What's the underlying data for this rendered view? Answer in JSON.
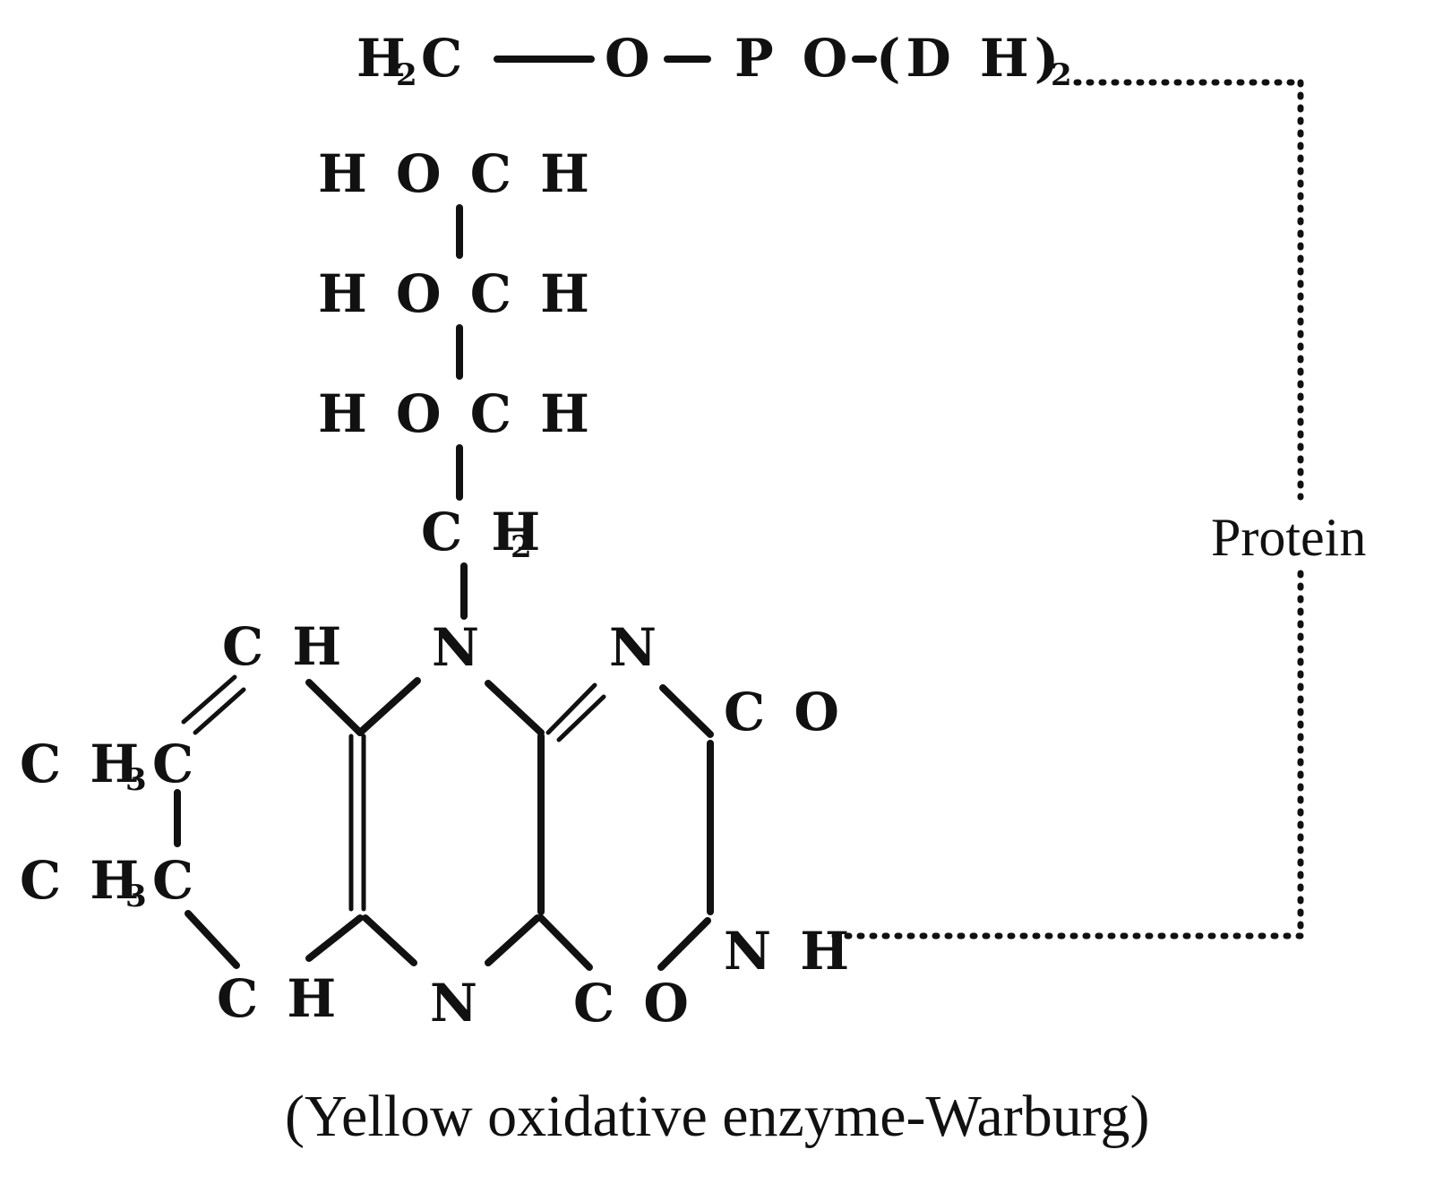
{
  "chain": {
    "phosphate_left": "H",
    "phosphate_left_sub": "2",
    "phosphate_c": "C",
    "phosphate_o": "O",
    "phosphate_po": "P O",
    "phosphate_group": "(D H)",
    "phosphate_group_sub": "2",
    "hoch_1": "H O C H",
    "hoch_2": "H O C H",
    "hoch_3": "H O C H",
    "ch2": "C H",
    "ch2_sub": "2"
  },
  "ring": {
    "n_top": "N",
    "n_right_top": "N",
    "co_right": "C O",
    "nh": "N H",
    "co_bottom": "C O",
    "n_bottom": "N",
    "ch_bottom": "C H",
    "ch_top": "C H",
    "ch3c_top": "C H",
    "ch3c_top_sub": "3",
    "ch3c_top_c": "C",
    "ch3c_bottom": "C H",
    "ch3c_bottom_sub": "3",
    "ch3c_bottom_c": "C"
  },
  "protein_label": "Protein",
  "caption": "(Yellow oxidative enzyme-Warburg)"
}
